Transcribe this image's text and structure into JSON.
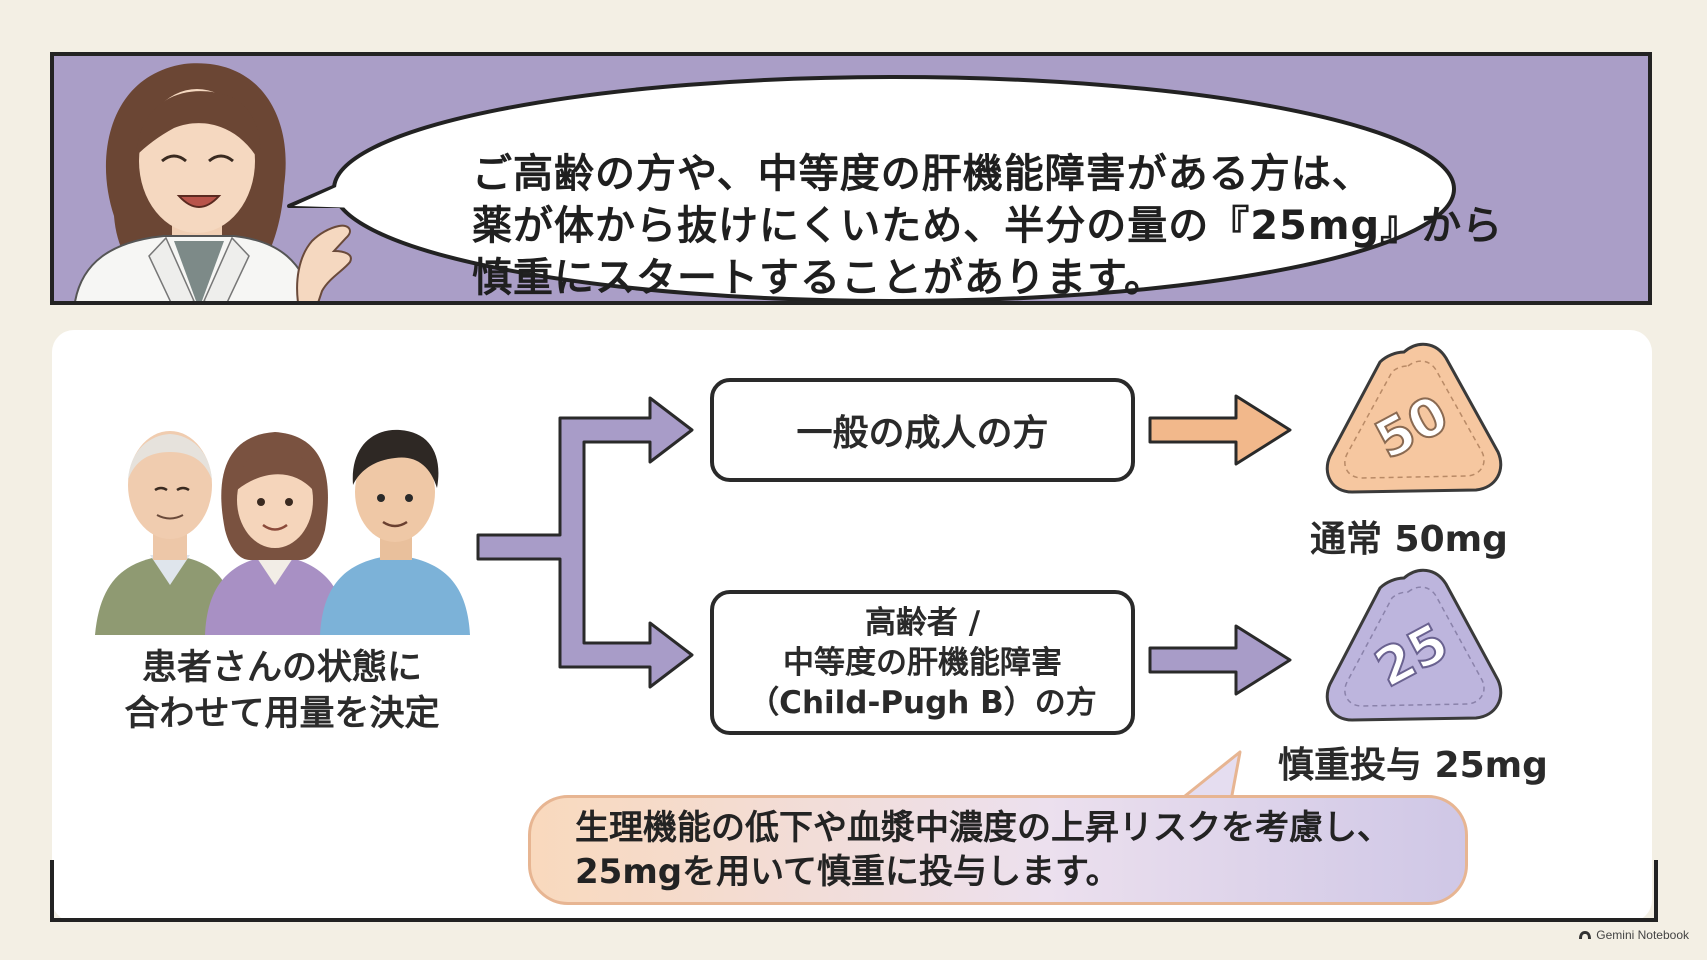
{
  "speech": {
    "line1": "ご高齢の方や、中等度の肝機能障害がある方は、",
    "line2": "薬が体から抜けにくいため、半分の量の『25mg』から",
    "line3": "慎重にスタートすることがあります。"
  },
  "patients": {
    "line1": "患者さんの状態に",
    "line2": "合わせて用量を決定"
  },
  "branches": {
    "general": {
      "label": "一般の成人の方",
      "tablet": "50",
      "dose": "通常 50mg"
    },
    "elderly": {
      "line1": "高齢者 /",
      "line2": "中等度の肝機能障害",
      "line3": "（Child-Pugh B）の方",
      "tablet": "25",
      "dose": "慎重投与 25mg"
    }
  },
  "note": {
    "line1": "生理機能の低下や血漿中濃度の上昇リスクを考慮し、",
    "line2": "25mgを用いて慎重に投与します。"
  },
  "footer": {
    "brand": "Gemini Notebook"
  },
  "colors": {
    "banner": "#aa9ec7",
    "arrow_purple": "#a89cc8",
    "arrow_orange": "#f2b88b",
    "tablet_orange": "#f6c7a0",
    "tablet_purple": "#bdb5dd"
  },
  "icons": [
    "doctor-illustration",
    "patients-illustration",
    "tablet-50",
    "tablet-25",
    "gemini-logo-icon"
  ]
}
